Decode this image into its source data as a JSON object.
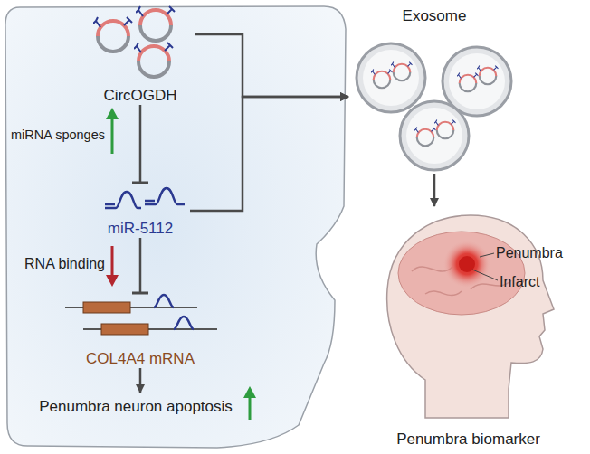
{
  "diagram": {
    "nodes": [
      {
        "text": [
          "CircOGDH"
        ]
      },
      {
        "text": [
          "miR-5112"
        ]
      },
      {
        "text": [
          "COL4A4 mRNA"
        ]
      },
      {
        "text": [
          "Penumbra neuron apoptosis"
        ]
      },
      {
        "text": [
          "Exosome"
        ]
      },
      {
        "text": [
          "Penumbra biomarker"
        ]
      }
    ],
    "edges": [
      {
        "from": 0,
        "to": 1,
        "arrow": "none"
      },
      {
        "from": 1,
        "to": 2,
        "arrow": "none"
      },
      {
        "from": 2,
        "to": 3,
        "arrow": "to"
      },
      {
        "from": 0,
        "to": 4,
        "arrow": "to"
      },
      {
        "from": 1,
        "to": 4,
        "arrow": "to"
      },
      {
        "from": 4,
        "to": 5,
        "arrow": "to"
      }
    ],
    "labels": [
      "miRNA sponges",
      "RNA binding",
      "Penumbra",
      "Infarct"
    ]
  }
}
